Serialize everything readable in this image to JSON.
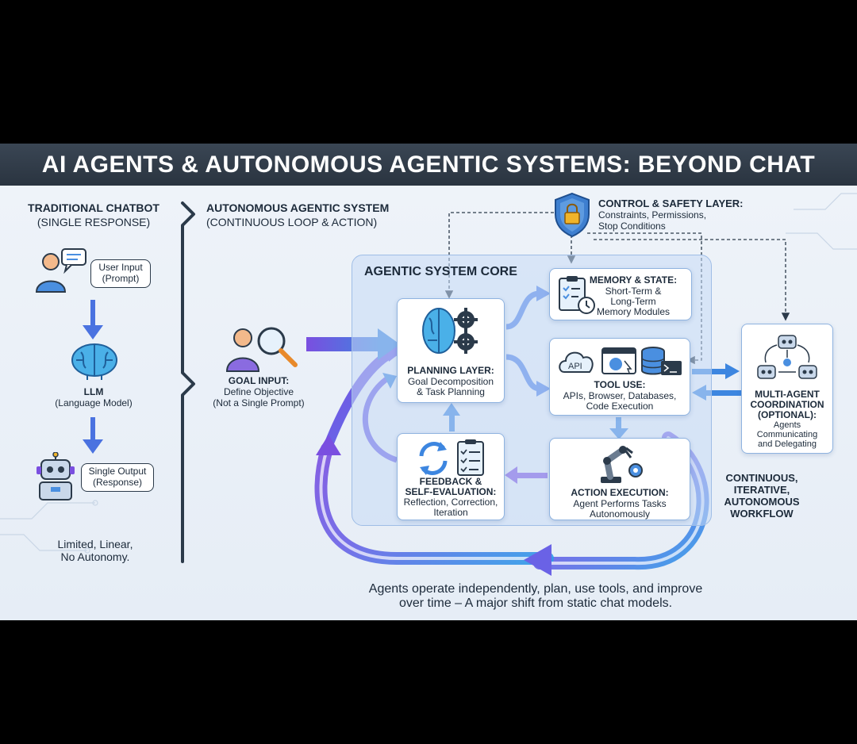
{
  "title": "AI AGENTS & AUTONOMOUS AGENTIC SYSTEMS: BEYOND CHAT",
  "left_panel": {
    "heading_line1": "TRADITIONAL CHATBOT",
    "heading_line2": "(SINGLE RESPONSE)",
    "user_input_line1": "User Input",
    "user_input_line2": "(Prompt)",
    "llm_title": "LLM",
    "llm_subtitle": "(Language Model)",
    "output_line1": "Single Output",
    "output_line2": "(Response)",
    "summary_line1": "Limited, Linear,",
    "summary_line2": "No Autonomy."
  },
  "right_panel": {
    "heading_line1": "AUTONOMOUS AGENTIC SYSTEM",
    "heading_line2": "(CONTINUOUS LOOP & ACTION)",
    "goal_title": "GOAL INPUT:",
    "goal_line1": "Define Objective",
    "goal_line2": "(Not a Single Prompt)",
    "safety_title": "CONTROL & SAFETY LAYER:",
    "safety_line1": "Constraints, Permissions,",
    "safety_line2": "Stop Conditions",
    "core_title": "AGENTIC SYSTEM CORE",
    "memory_title": "MEMORY & STATE:",
    "memory_line1": "Short-Term &",
    "memory_line2": "Long-Term",
    "memory_line3": "Memory Modules",
    "planning_title": "PLANNING LAYER:",
    "planning_line1": "Goal Decomposition",
    "planning_line2": "& Task Planning",
    "tool_title": "TOOL USE:",
    "tool_line1": "APIs, Browser, Databases,",
    "tool_line2": "Code Execution",
    "api_label": "API",
    "feedback_title1": "FEEDBACK &",
    "feedback_title2": "SELF-EVALUATION:",
    "feedback_line1": "Reflection, Correction,",
    "feedback_line2": "Iteration",
    "action_title": "ACTION EXECUTION:",
    "action_line1": "Agent Performs Tasks",
    "action_line2": "Autonomously",
    "multi_title1": "MULTI-AGENT",
    "multi_title2": "COORDINATION",
    "multi_title3": "(OPTIONAL):",
    "multi_line1": "Agents",
    "multi_line2": "Communicating",
    "multi_line3": "and Delegating",
    "loop_line1": "CONTINUOUS,",
    "loop_line2": "ITERATIVE,",
    "loop_line3": "AUTONOMOUS",
    "loop_line4": "WORKFLOW",
    "footer_line1": "Agents operate independently, plan, use tools, and improve",
    "footer_line2": "over time – A major shift from static chat models."
  },
  "colors": {
    "title_bg": "#2f3a47",
    "canvas_bg": "#eaf0f7",
    "core_fill": "#c6dbf6",
    "arrow_blue": "#3d86e0",
    "arrow_purple": "#7a4fe0",
    "icon_dark": "#2b3a4a",
    "icon_blue": "#4a8fe0",
    "shield": "#3e7fd0",
    "lock": "#f0b42a"
  },
  "icons": [
    "user-chat-icon",
    "brain-icon",
    "robot-icon",
    "user-search-icon",
    "shield-lock-icon",
    "brain-gears-icon",
    "memory-clipboard-icon",
    "api-cloud-icon",
    "browser-icon",
    "database-icon",
    "terminal-icon",
    "refresh-checklist-icon",
    "robot-arm-icon",
    "multi-agent-icon"
  ]
}
